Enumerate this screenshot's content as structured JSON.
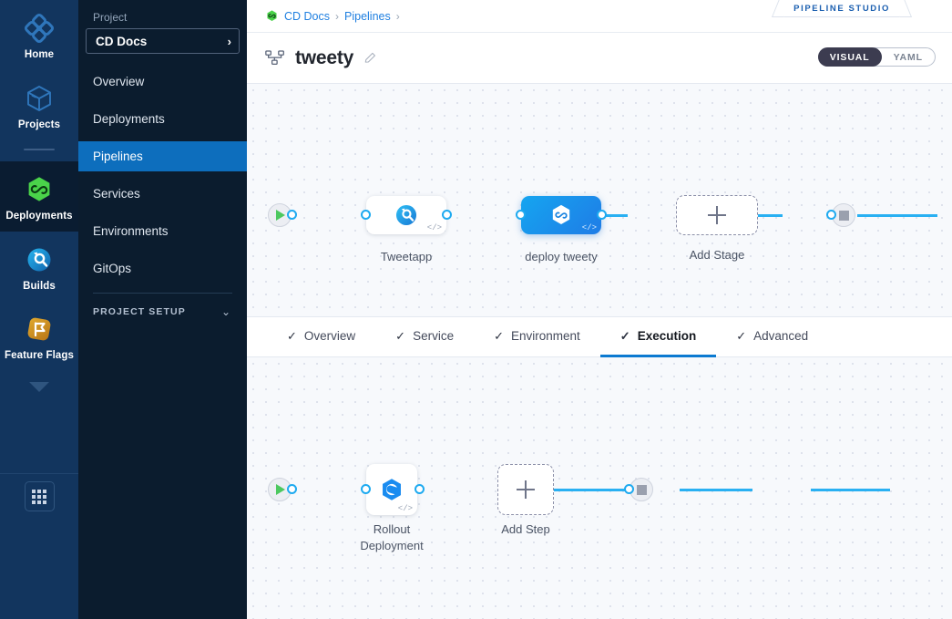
{
  "rail": {
    "items": [
      {
        "label": "Home",
        "icon": "home-diamond-icon",
        "active": false
      },
      {
        "label": "Projects",
        "icon": "cube-icon",
        "active": false
      },
      {
        "label": "Deployments",
        "icon": "deployments-hexagon-icon",
        "active": true
      },
      {
        "label": "Builds",
        "icon": "builds-circle-icon",
        "active": false
      },
      {
        "label": "Feature Flags",
        "icon": "feature-flag-icon",
        "active": false
      }
    ],
    "collapse_icon": "chevron-down-icon",
    "apps_icon": "grid-apps-icon"
  },
  "sidebar": {
    "project_label": "Project",
    "project_name": "CD Docs",
    "project_chevron": "›",
    "items": [
      {
        "label": "Overview",
        "active": false
      },
      {
        "label": "Deployments",
        "active": false
      },
      {
        "label": "Pipelines",
        "active": true
      },
      {
        "label": "Services",
        "active": false
      },
      {
        "label": "Environments",
        "active": false
      },
      {
        "label": "GitOps",
        "active": false
      }
    ],
    "setup_label": "PROJECT SETUP",
    "setup_chevron": "⌄"
  },
  "header": {
    "studio_tab": "PIPELINE STUDIO",
    "breadcrumb": [
      {
        "text": "CD Docs",
        "type": "link"
      },
      {
        "text": "›",
        "type": "sep"
      },
      {
        "text": "Pipelines",
        "type": "link"
      },
      {
        "text": "›",
        "type": "sep"
      }
    ],
    "pipeline_icon": "pipeline-nodes-icon",
    "pipeline_title": "tweety",
    "edit_icon": "pencil-edit-icon",
    "view_toggle": {
      "options": [
        {
          "label": "VISUAL",
          "active": true
        },
        {
          "label": "YAML",
          "active": false
        }
      ]
    }
  },
  "stage_canvas": {
    "start_node": {
      "name": "pipeline-start-node",
      "icon": "play-icon"
    },
    "end_node": {
      "name": "pipeline-end-node",
      "icon": "stop-icon"
    },
    "stages": [
      {
        "label": "Tweetapp",
        "icon": "build-stage-icon",
        "selected": false,
        "code_marker": "</>"
      },
      {
        "label": "deploy tweety",
        "icon": "deploy-stage-icon",
        "selected": true,
        "code_marker": "</>"
      }
    ],
    "add_stage": {
      "label": "Add Stage",
      "icon": "plus-icon"
    }
  },
  "tabs": [
    {
      "label": "Overview",
      "checked": true,
      "active": false
    },
    {
      "label": "Service",
      "checked": true,
      "active": false
    },
    {
      "label": "Environment",
      "checked": true,
      "active": false
    },
    {
      "label": "Execution",
      "checked": true,
      "active": true
    },
    {
      "label": "Advanced",
      "checked": true,
      "active": false
    }
  ],
  "step_canvas": {
    "start_node": {
      "name": "execution-start-node",
      "icon": "play-icon"
    },
    "end_node": {
      "name": "execution-end-node",
      "icon": "stop-icon"
    },
    "steps": [
      {
        "label": "Rollout\nDeployment",
        "icon": "rollout-deployment-icon",
        "code_marker": "</>"
      }
    ],
    "add_step": {
      "label": "Add Step",
      "icon": "plus-icon"
    }
  },
  "colors": {
    "rail_bg": "#12355e",
    "rail_active_bg": "#0a1c31",
    "sidebar_bg": "#0b1c2e",
    "nav_active": "#0d6ebd",
    "accent_blue": "#1f7fe0",
    "edge_blue": "#29b0f2",
    "selected_stage_from": "#15a5f0",
    "selected_stage_to": "#1f7ce6",
    "canvas_bg": "#f7f9fc",
    "toggle_active_bg": "#3c3c50",
    "tab_underline": "#0b7ad1",
    "play_green": "#4cc85f",
    "deployments_green": "#4ad34a",
    "flag_orange": "#d9962a"
  }
}
